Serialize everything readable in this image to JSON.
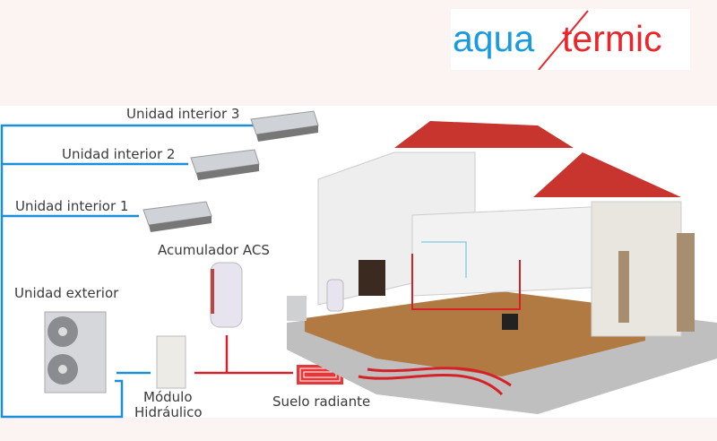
{
  "logo": {
    "text_left": "aqua",
    "text_right": "termic",
    "colors": {
      "aqua": "#1a9be0",
      "termic": "#e8262b"
    }
  },
  "labels": {
    "unidad_interior_3": "Unidad interior 3",
    "unidad_interior_2": "Unidad interior 2",
    "unidad_interior_1": "Unidad interior 1",
    "acumulador": "Acumulador ACS",
    "unidad_exterior": "Unidad exterior",
    "modulo_line1": "Módulo",
    "modulo_line2": "Hidráulico",
    "suelo_radiante": "Suelo radiante"
  },
  "colors": {
    "refrigerant_line": "#1a8fd8",
    "water_line": "#d42228"
  }
}
